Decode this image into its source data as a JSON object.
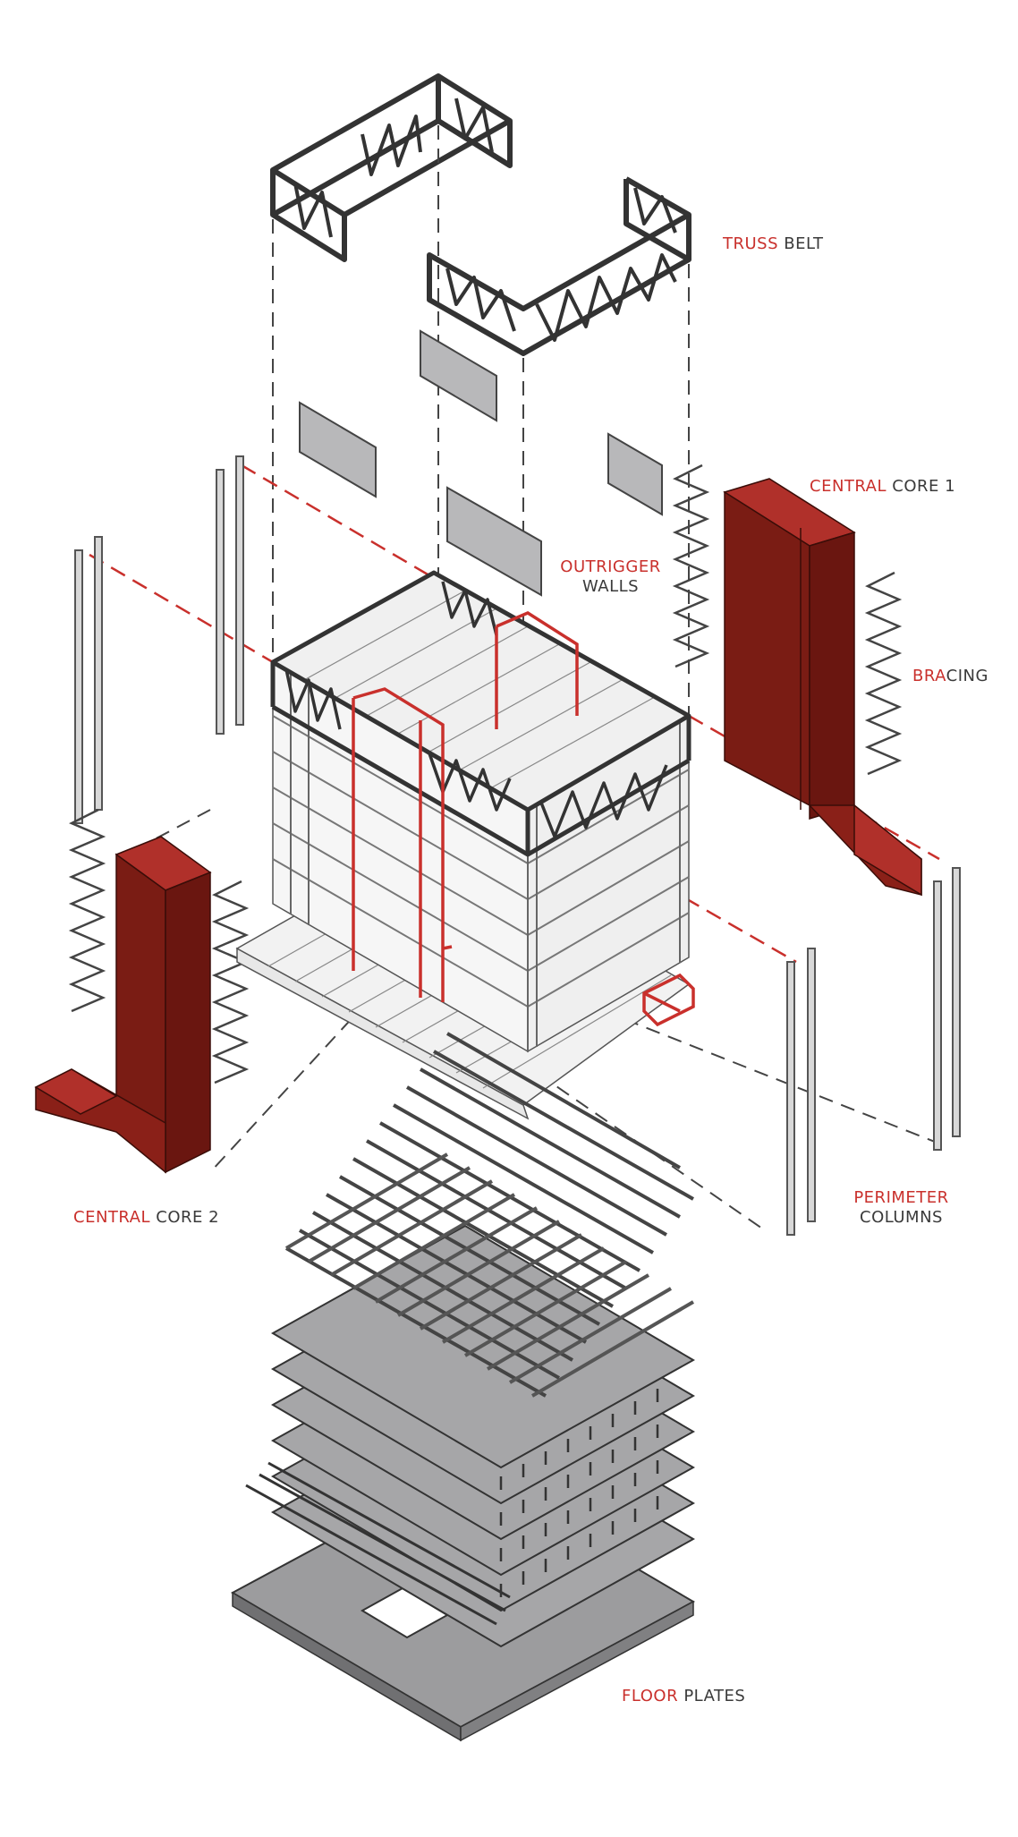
{
  "labels": {
    "truss_belt": {
      "accent": "TRUSS",
      "rest": "BELT"
    },
    "central_core_1": {
      "accent": "CENTRAL",
      "rest": "CORE 1"
    },
    "outrigger_walls": {
      "accent": "OUTRIGGER",
      "rest": "WALLS"
    },
    "bracing": {
      "accent": "BRA",
      "rest": "CING"
    },
    "central_core_2": {
      "accent": "CENTRAL",
      "rest": "CORE 2"
    },
    "perimeter_columns": {
      "accent": "PERIMETER",
      "rest": "COLUMNS"
    },
    "floor_plates": {
      "accent": "FLOOR",
      "rest": "PLATES"
    }
  },
  "colors": {
    "accent": "#c9302c",
    "core_red": "#7a1c14",
    "core_red_light": "#b0302a",
    "label_gray": "#3a3a3a",
    "panel_gray": "#b8b8ba",
    "plate_gray": "#9c9c9e",
    "truss_dark": "#333333"
  }
}
